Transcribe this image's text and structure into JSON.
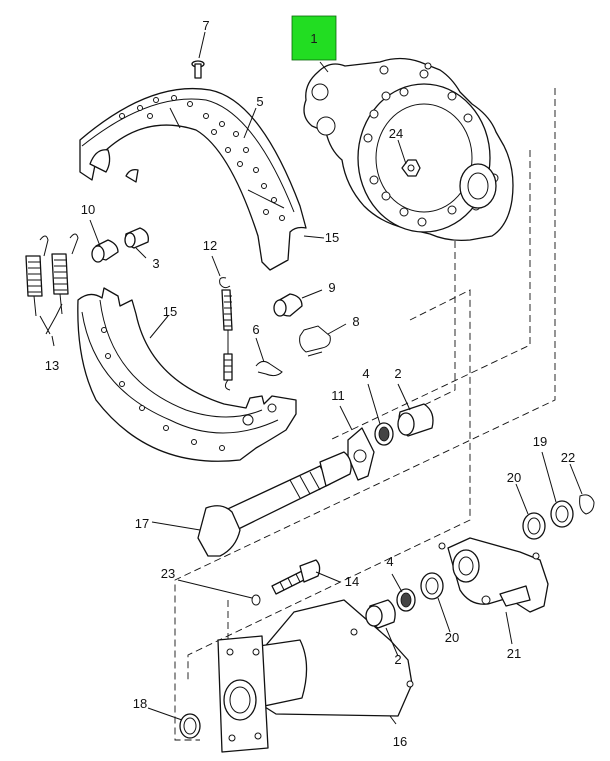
{
  "diagram": {
    "highlight_color": "#22dd22",
    "callouts": {
      "c1": "1",
      "c2a": "2",
      "c2b": "2",
      "c3": "3",
      "c4a": "4",
      "c4b": "4",
      "c5": "5",
      "c6": "6",
      "c7": "7",
      "c8": "8",
      "c9": "9",
      "c10": "10",
      "c11": "11",
      "c12": "12",
      "c13": "13",
      "c14": "14",
      "c15a": "15",
      "c15b": "15",
      "c16": "16",
      "c17": "17",
      "c18": "18",
      "c19": "19",
      "c20a": "20",
      "c20b": "20",
      "c21": "21",
      "c22": "22",
      "c23": "23",
      "c24": "24"
    }
  }
}
